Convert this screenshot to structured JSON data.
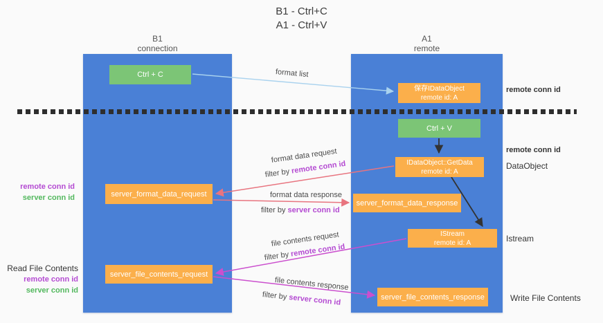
{
  "colors": {
    "column_blue": "#4a80d6",
    "box_orange": "#fbaf4b",
    "box_green": "#7cc576",
    "arrow_salmon": "#e8747f",
    "arrow_magenta": "#cb4fce",
    "arrow_light_blue": "#a9d2ee",
    "arrow_black": "#333333",
    "label_purple": "#b44bd2",
    "label_green": "#53b85e"
  },
  "title": {
    "line1": "B1 - Ctrl+C",
    "line2": "A1 - Ctrl+V"
  },
  "columns": {
    "left": {
      "name": "B1",
      "role": "connection"
    },
    "right": {
      "name": "A1",
      "role": "remote"
    }
  },
  "boxes": {
    "ctrl_c": "Ctrl + C",
    "ctrl_v": "Ctrl + V",
    "save_idataobject": {
      "line1": "保存IDataObject",
      "line2": "remote id: A"
    },
    "getdata": {
      "line1": "IDataObject::GetData",
      "line2": "remote id: A"
    },
    "istream": {
      "line1": "IStream",
      "line2": "remote id: A"
    },
    "format_request": "server_format_data_request",
    "format_response": "server_format_data_response",
    "file_request": "server_file_contents_request",
    "file_response": "server_file_contents_response"
  },
  "arrow_labels": {
    "format_list": "format list",
    "format_data_request": "format data request",
    "format_data_response": "format data response",
    "file_contents_request": "file contents request",
    "file_contents_response": "file contents response",
    "filter_by": "filter by ",
    "remote_conn_id": "remote conn id",
    "server_conn_id": "server conn id"
  },
  "side_labels": {
    "remote_conn_id_top": "remote conn id",
    "remote_conn_id_mid": "remote conn id",
    "dataobject": "DataObject",
    "istream": "Istream",
    "write_file_contents": "Write File Contents",
    "read_file_contents": "Read File Contents",
    "left_remote_conn_id_1": "remote conn id",
    "left_server_conn_id_1": "server conn id",
    "left_remote_conn_id_2": "remote conn id",
    "left_server_conn_id_2": "server conn id"
  }
}
